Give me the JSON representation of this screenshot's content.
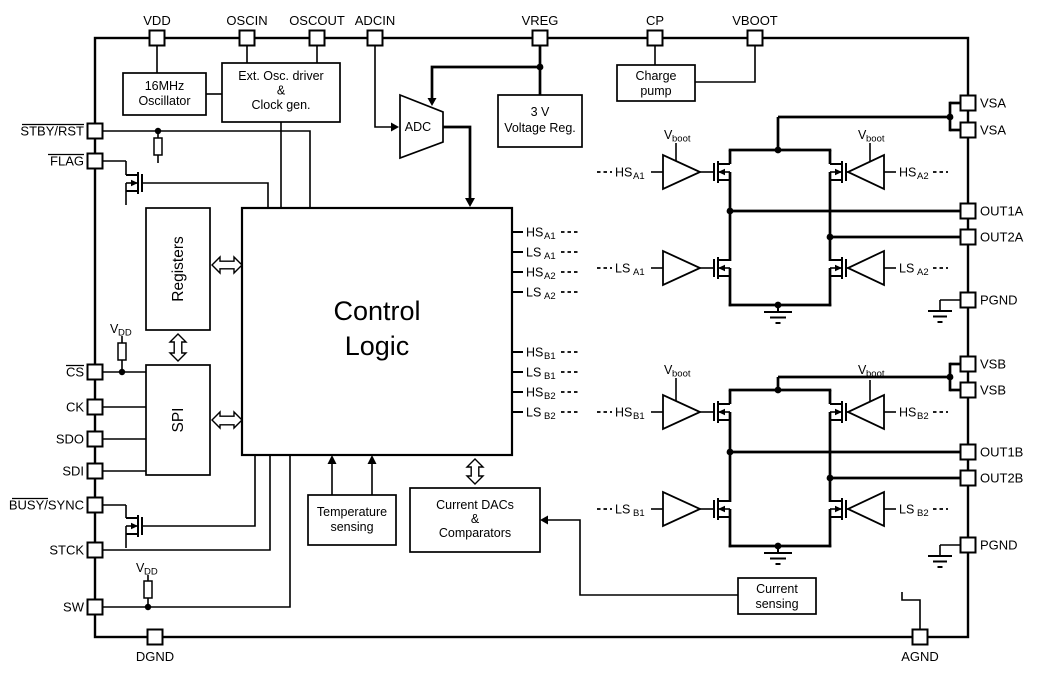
{
  "pins": {
    "top": [
      "VDD",
      "OSCIN",
      "OSCOUT",
      "ADCIN",
      "VREG",
      "CP",
      "VBOOT"
    ],
    "left": [
      "STBY/RST",
      "FLAG",
      "CS",
      "CK",
      "SDO",
      "SDI",
      "BUSY/SYNC",
      "STCK",
      "SW"
    ],
    "right": [
      "VSA",
      "VSA",
      "OUT1A",
      "OUT2A",
      "PGND",
      "VSB",
      "VSB",
      "OUT1B",
      "OUT2B",
      "PGND"
    ],
    "bottom": [
      "DGND",
      "AGND"
    ]
  },
  "blocks": {
    "oscillator": {
      "lines": [
        "16MHz",
        "Oscillator"
      ]
    },
    "ext_osc": {
      "lines": [
        "Ext. Osc. driver",
        "&",
        "Clock gen."
      ]
    },
    "adc": {
      "label": "ADC"
    },
    "voltage_reg": {
      "lines": [
        "3 V",
        "Voltage Reg."
      ]
    },
    "charge_pump": {
      "lines": [
        "Charge",
        "pump"
      ]
    },
    "registers": {
      "label": "Registers"
    },
    "spi": {
      "label": "SPI"
    },
    "control_logic": {
      "lines": [
        "Control",
        "Logic"
      ]
    },
    "temperature_sensing": {
      "lines": [
        "Temperature",
        "sensing"
      ]
    },
    "current_dacs": {
      "lines": [
        "Current DACs",
        "&",
        "Comparators"
      ]
    },
    "current_sensing": {
      "lines": [
        "Current",
        "sensing"
      ]
    }
  },
  "signals": [
    {
      "base": "HS",
      "sub": "A1"
    },
    {
      "base": "LS",
      "sub": "A1"
    },
    {
      "base": "HS",
      "sub": "A2"
    },
    {
      "base": "LS",
      "sub": "A2"
    },
    {
      "base": "HS",
      "sub": "B1"
    },
    {
      "base": "LS",
      "sub": "B1"
    },
    {
      "base": "HS",
      "sub": "B2"
    },
    {
      "base": "LS",
      "sub": "B2"
    }
  ],
  "drivers": {
    "hs_a1": {
      "base": "HS",
      "sub": "A1"
    },
    "hs_a2": {
      "base": "HS",
      "sub": "A2"
    },
    "ls_a1": {
      "base": "LS",
      "sub": "A1"
    },
    "ls_a2": {
      "base": "LS",
      "sub": "A2"
    },
    "hs_b1": {
      "base": "HS",
      "sub": "B1"
    },
    "hs_b2": {
      "base": "HS",
      "sub": "B2"
    },
    "ls_b1": {
      "base": "LS",
      "sub": "B1"
    },
    "ls_b2": {
      "base": "LS",
      "sub": "B2"
    }
  },
  "labels": {
    "vboot": {
      "base": "V",
      "sub": "boot"
    },
    "vdd": {
      "base": "V",
      "sub": "DD"
    }
  }
}
